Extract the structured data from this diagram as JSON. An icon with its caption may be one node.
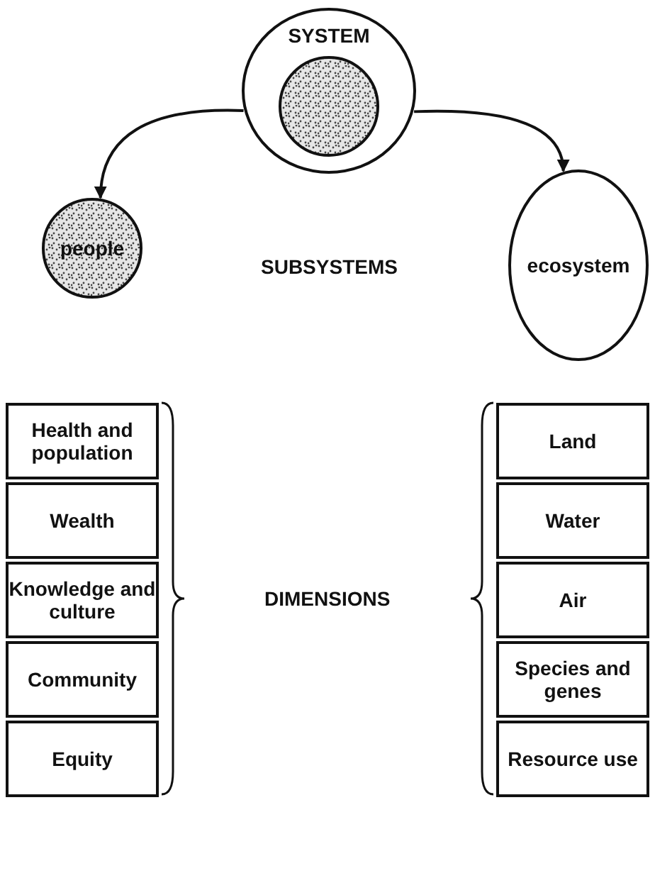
{
  "diagram": {
    "nodes": [
      {
        "text": [
          "SYSTEM"
        ]
      },
      {
        "text": [],
        "shape": "circle",
        "in": 0
      },
      {
        "text": [
          "people"
        ]
      },
      {
        "text": [
          "ecosystem"
        ]
      },
      {
        "text": [
          "Health and population"
        ]
      },
      {
        "text": [
          "Wealth"
        ]
      },
      {
        "text": [
          "Knowledge and culture"
        ]
      },
      {
        "text": [
          "Community"
        ]
      },
      {
        "text": [
          "Equity"
        ]
      },
      {
        "text": [
          "Land"
        ]
      },
      {
        "text": [
          "Water"
        ]
      },
      {
        "text": [
          "Air"
        ]
      },
      {
        "text": [
          "Species and genes"
        ]
      },
      {
        "text": [
          "Resource use"
        ]
      }
    ],
    "edges": [
      {
        "from": 0,
        "to": 2,
        "arrow": "to"
      },
      {
        "from": 0,
        "to": 3,
        "arrow": "to"
      }
    ],
    "labels": [
      "SUBSYSTEMS",
      "DIMENSIONS"
    ]
  }
}
